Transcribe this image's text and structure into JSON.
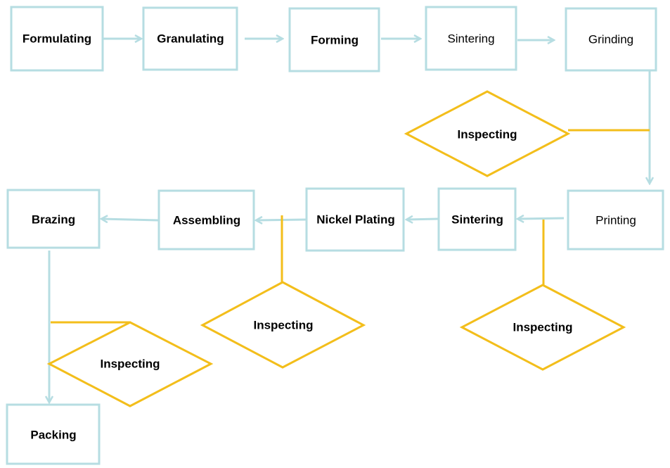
{
  "colors": {
    "box_border": "#b6dde2",
    "connector": "#b6dde2",
    "diamond_border": "#f3be1b",
    "text": "#000000",
    "background": "#ffffff"
  },
  "steps": {
    "formulating": "Formulating",
    "granulating": "Granulating",
    "forming": "Forming",
    "sintering_1": "Sintering",
    "grinding": "Grinding",
    "printing": "Printing",
    "sintering_2": "Sintering",
    "nickel_plating": "Nickel Plating",
    "assembling": "Assembling",
    "brazing": "Brazing",
    "packing": "Packing"
  },
  "inspections": {
    "after_grinding": "Inspecting",
    "after_printing": "Inspecting",
    "after_nickel_plating": "Inspecting",
    "after_brazing": "Inspecting"
  }
}
